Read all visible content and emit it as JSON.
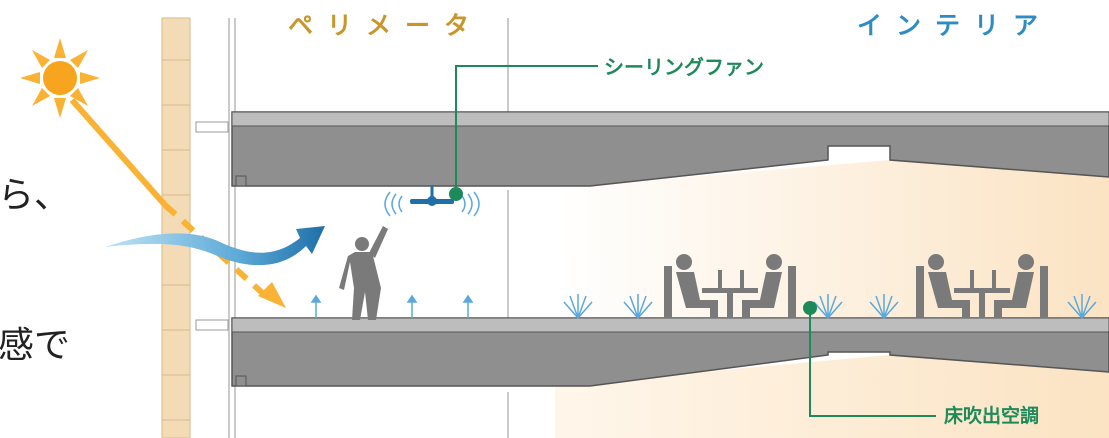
{
  "labels": {
    "perimeter": "ペリメータ",
    "interior": "インテリア",
    "ceiling_fan": "シーリングファン",
    "floor_air_outlet": "床吹出空調"
  },
  "edge_text": [
    "ら、",
    "感で"
  ],
  "colors": {
    "perimeter": "#c8962a",
    "interior": "#2e8cc4",
    "callout": "#1e8a5a",
    "slab": "#8f8f8f",
    "slab_top": "#bdbdbd",
    "wall": "#f3dcb5",
    "sun": "#f9b233",
    "wind": "#1f6fa8",
    "interior_glow": "#fdeeda",
    "diffuser": "#5aa8dc",
    "person": "#7a7a7a"
  },
  "icons": [
    "sun-icon",
    "wind-arrow-icon",
    "ceiling-fan-icon",
    "floor-diffuser-icon",
    "standing-person-icon",
    "seated-workers-icon"
  ]
}
